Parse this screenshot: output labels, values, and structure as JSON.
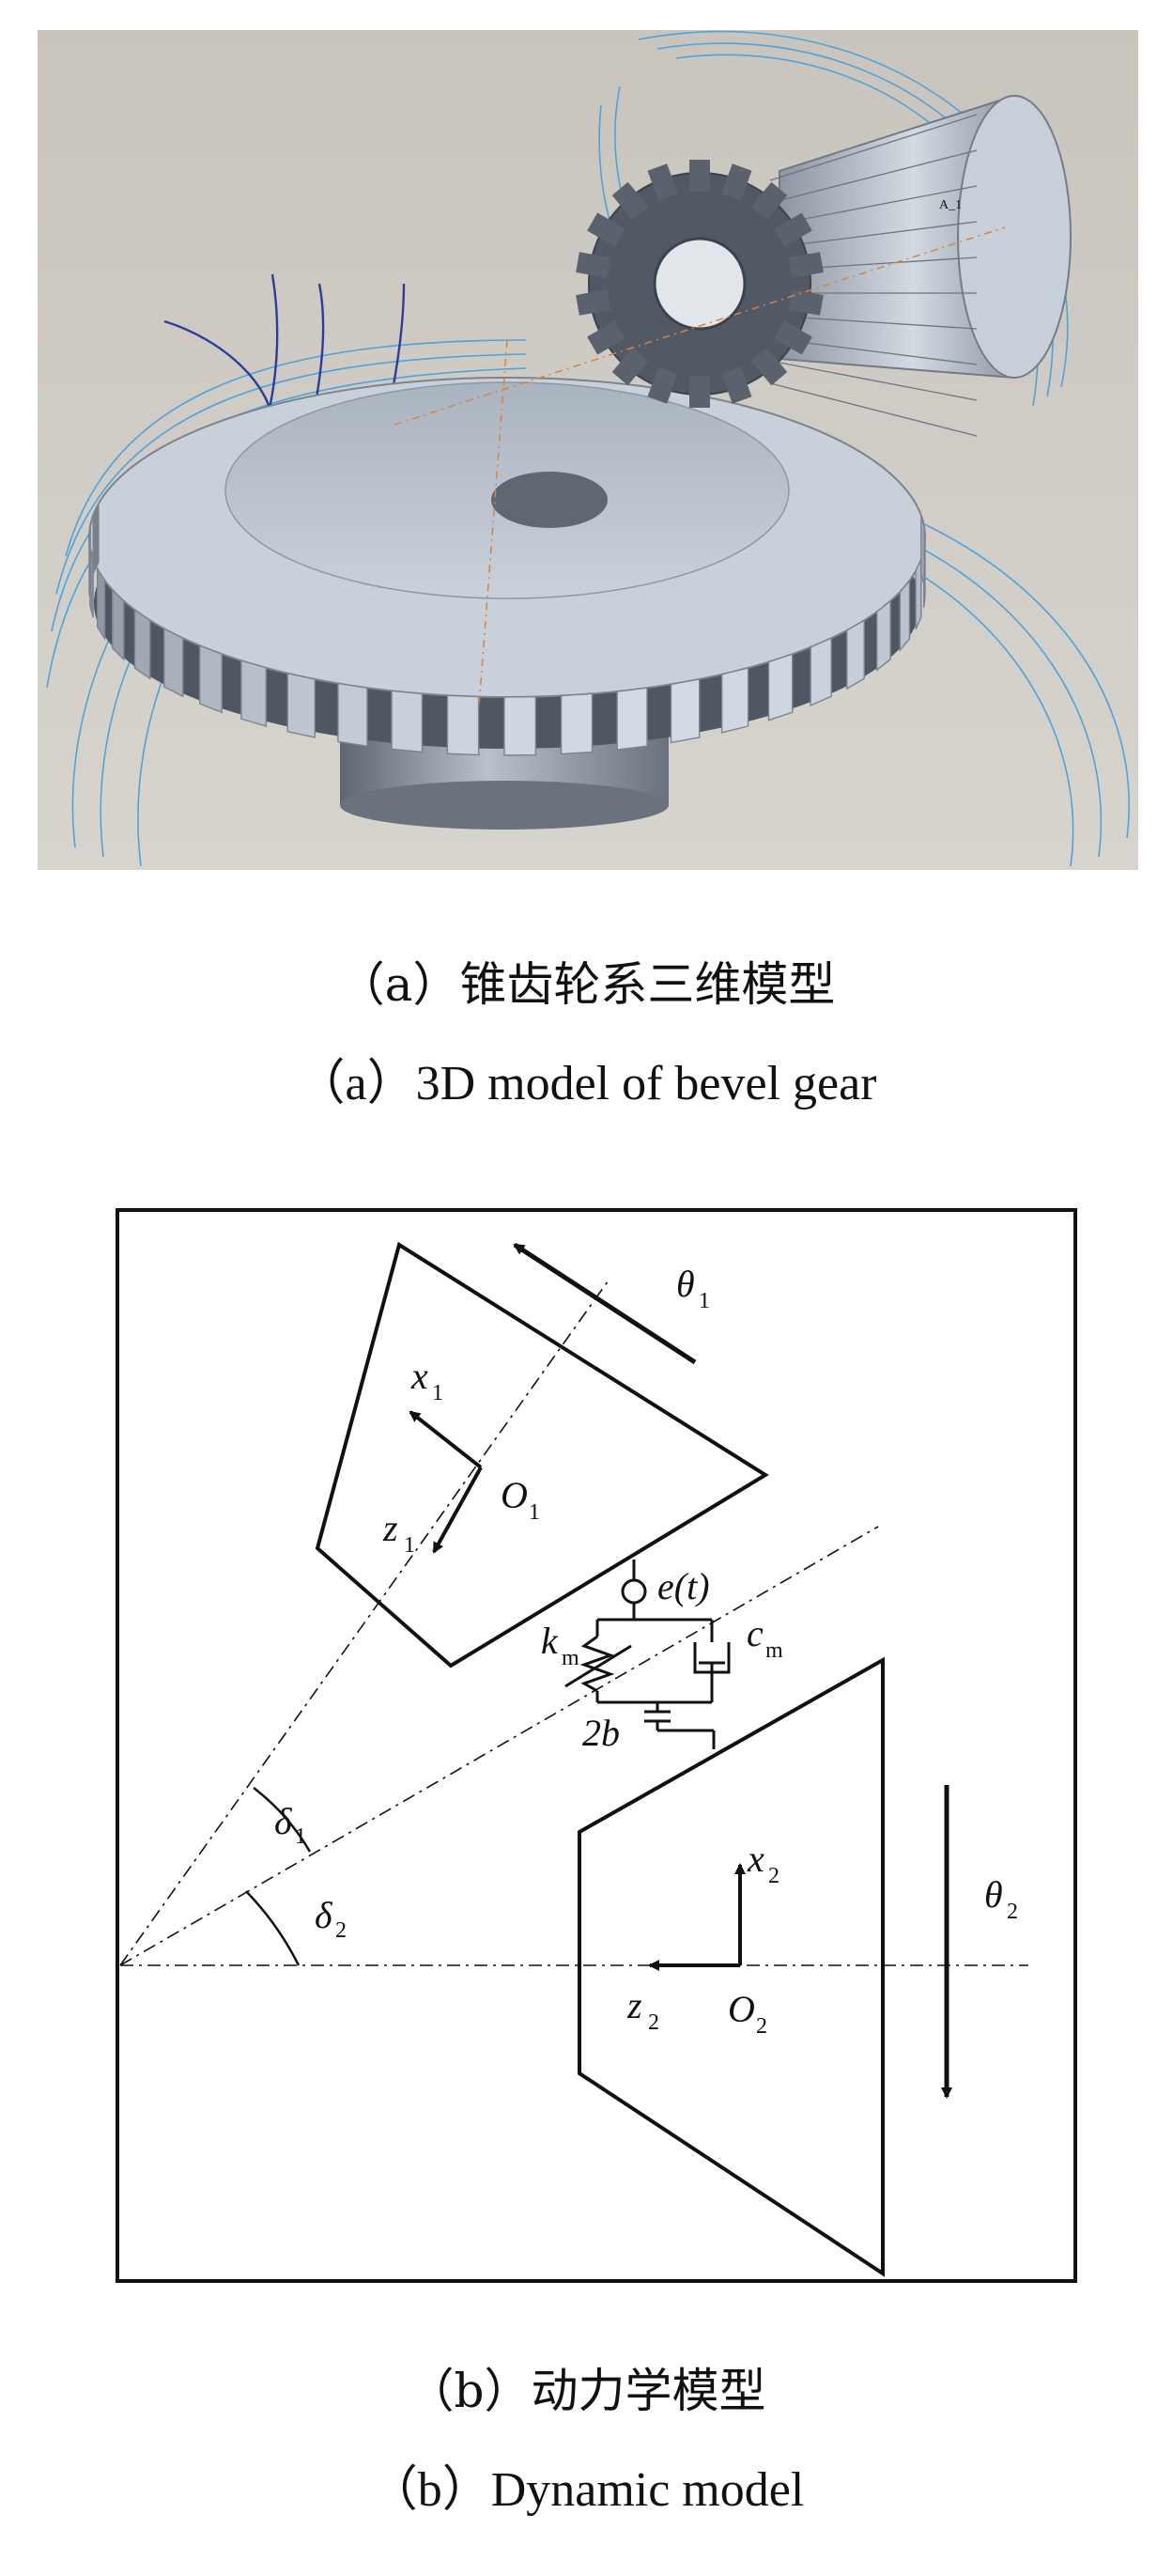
{
  "panel_a": {
    "caption_zh": "（a）锥齿轮系三维模型",
    "caption_en": "（a）3D model of bevel gear",
    "gear_label": "A_1",
    "colors": {
      "background": "#cfcbc3",
      "gear": "#c3ccd6",
      "gear_dark": "#5b6470",
      "curve": "#4ca3dd",
      "curve_dark": "#2c3e9a"
    }
  },
  "panel_b": {
    "caption_zh": "（b）动力学模型",
    "caption_en": "（b）Dynamic model",
    "labels": {
      "theta1": "θ",
      "theta1_sub": "1",
      "x1": "x",
      "x1_sub": "1",
      "z1": "z",
      "z1_sub": "1",
      "o1": "O",
      "o1_sub": "1",
      "e_t": "e(t)",
      "km": "k",
      "km_sub": "m",
      "cm": "c",
      "cm_sub": "m",
      "two_b": "2b",
      "delta1": "δ",
      "delta1_sub": "1",
      "delta2": "δ",
      "delta2_sub": "2",
      "x2": "x",
      "x2_sub": "2",
      "theta2": "θ",
      "theta2_sub": "2",
      "z2": "z",
      "z2_sub": "2",
      "o2": "O",
      "o2_sub": "2"
    }
  }
}
